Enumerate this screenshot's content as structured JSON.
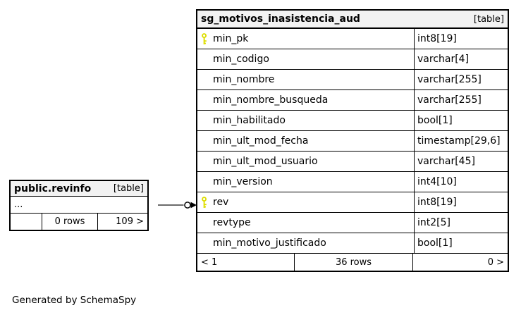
{
  "diagram": {
    "generated_by": "Generated by SchemaSpy"
  },
  "colors": {
    "key_icon": "#dddd00",
    "header_bg": "#f2f2f2",
    "border": "#000000",
    "connector_line": "#3a3a3a"
  },
  "main_table": {
    "title": "sg_motivos_inasistencia_aud",
    "badge": "[table]",
    "columns": [
      {
        "name": "min_pk",
        "type": "int8[19]",
        "pk": true
      },
      {
        "name": "min_codigo",
        "type": "varchar[4]",
        "pk": false
      },
      {
        "name": "min_nombre",
        "type": "varchar[255]",
        "pk": false
      },
      {
        "name": "min_nombre_busqueda",
        "type": "varchar[255]",
        "pk": false
      },
      {
        "name": "min_habilitado",
        "type": "bool[1]",
        "pk": false
      },
      {
        "name": "min_ult_mod_fecha",
        "type": "timestamp[29,6]",
        "pk": false
      },
      {
        "name": "min_ult_mod_usuario",
        "type": "varchar[45]",
        "pk": false
      },
      {
        "name": "min_version",
        "type": "int4[10]",
        "pk": false
      },
      {
        "name": "rev",
        "type": "int8[19]",
        "pk": true
      },
      {
        "name": "revtype",
        "type": "int2[5]",
        "pk": false
      },
      {
        "name": "min_motivo_justificado",
        "type": "bool[1]",
        "pk": false
      }
    ],
    "footer": {
      "left": "< 1",
      "center": "36 rows",
      "right": "0 >"
    }
  },
  "revinfo_table": {
    "title": "public.revinfo",
    "badge": "[table]",
    "ellipsis": "...",
    "footer": {
      "left": "",
      "center": "0 rows",
      "right": "109 >"
    }
  }
}
